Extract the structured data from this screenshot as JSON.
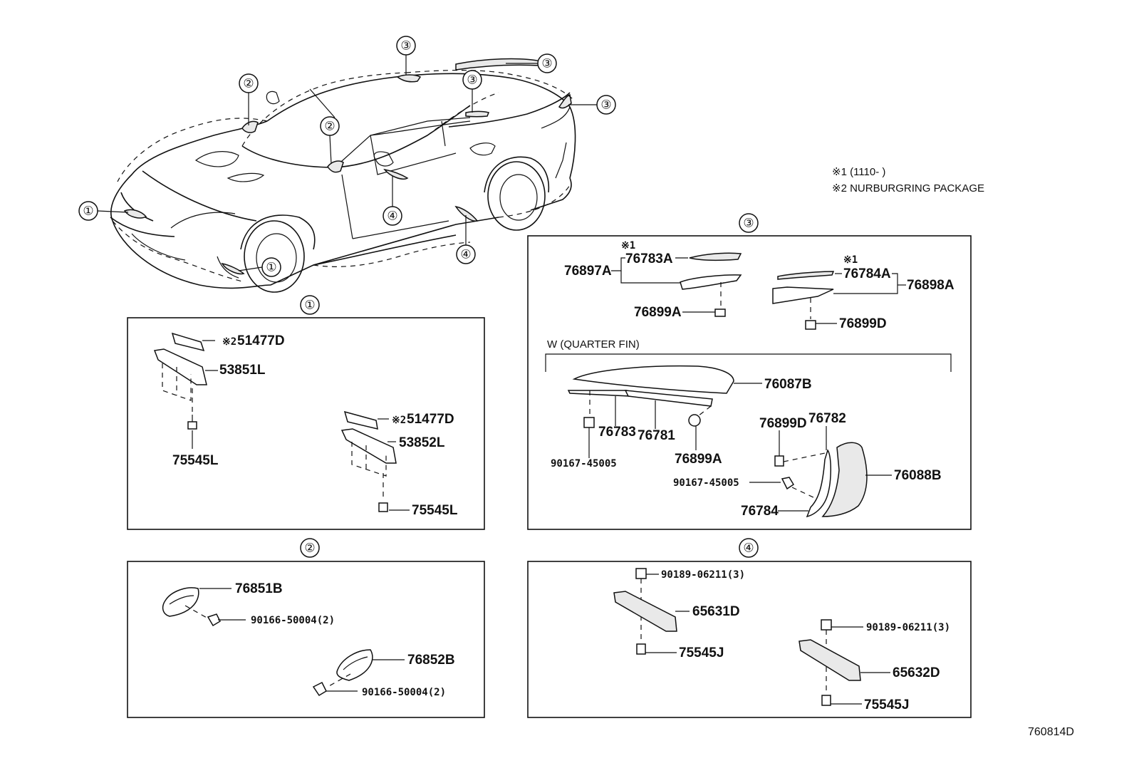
{
  "figure_code": "760814D",
  "notes": {
    "n1": "※1 (1110-        )",
    "n2": "※2 NURBURGRING PACKAGE"
  },
  "callouts": {
    "c1": "①",
    "c2": "②",
    "c3": "③",
    "c4": "④"
  },
  "sections": {
    "s1": {
      "label": "①",
      "parts": {
        "p51477D_a": "51477D",
        "mark_a": "※2",
        "p53851L": "53851L",
        "p75545L_a": "75545L",
        "p51477D_b": "51477D",
        "mark_b": "※2",
        "p53852L": "53852L",
        "p75545L_b": "75545L"
      }
    },
    "s2": {
      "label": "②",
      "parts": {
        "p76851B": "76851B",
        "p90166_a": "90166-50004(2)",
        "p76852B": "76852B",
        "p90166_b": "90166-50004(2)"
      }
    },
    "s3": {
      "label": "③",
      "quarter_fin": "W (QUARTER FIN)",
      "parts": {
        "mark1": "※1",
        "p76783A": "76783A",
        "p76897A": "76897A",
        "p76899A_top": "76899A",
        "mark2": "※1",
        "p76784A": "76784A",
        "p76898A": "76898A",
        "p76899D_top": "76899D",
        "p76087B": "76087B",
        "p76783": "76783",
        "p76781": "76781",
        "p90167_a": "90167-45005",
        "p76899A": "76899A",
        "p76899D": "76899D",
        "p76782": "76782",
        "p90167_b": "90167-45005",
        "p76088B": "76088B",
        "p76784": "76784"
      }
    },
    "s4": {
      "label": "④",
      "parts": {
        "p90189_a": "90189-06211(3)",
        "p65631D": "65631D",
        "p75545J_a": "75545J",
        "p90189_b": "90189-06211(3)",
        "p65632D": "65632D",
        "p75545J_b": "75545J"
      }
    }
  }
}
